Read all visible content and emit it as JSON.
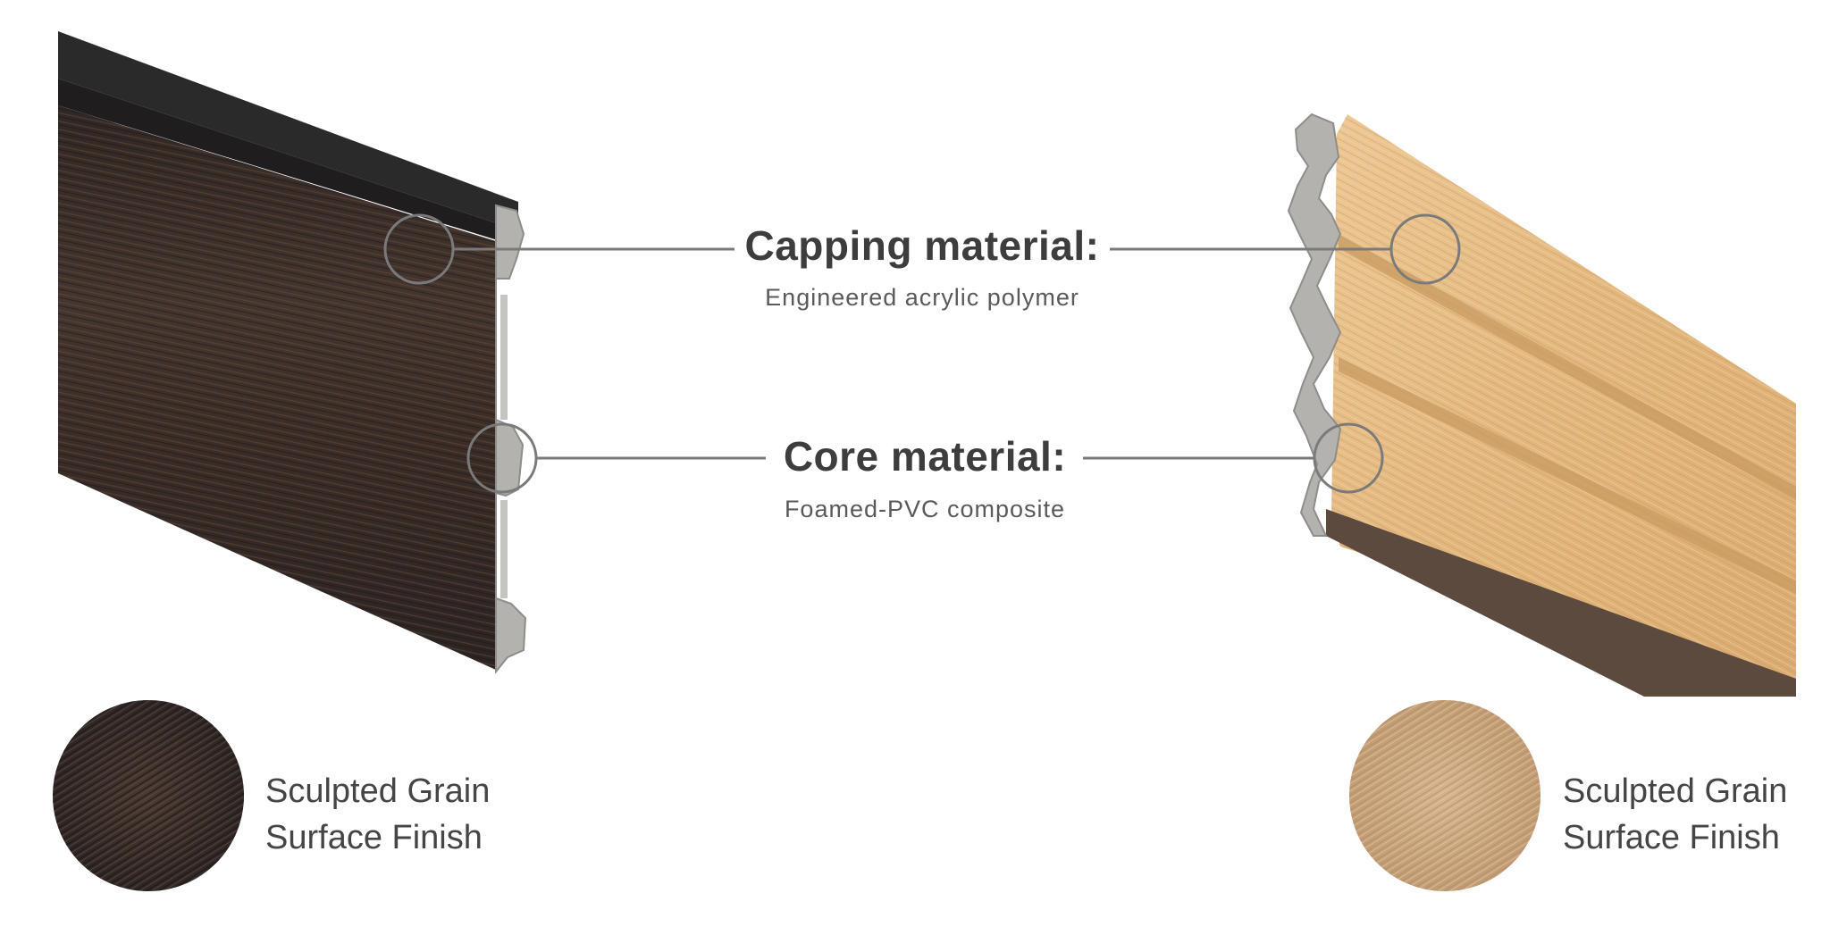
{
  "callouts": {
    "capping": {
      "title": "Capping material:",
      "subtitle": "Engineered acrylic polymer"
    },
    "core": {
      "title": "Core material:",
      "subtitle": "Foamed-PVC composite"
    }
  },
  "swatches": {
    "left": {
      "line1": "Sculpted Grain",
      "line2": "Surface Finish",
      "tone": "dark-brown"
    },
    "right": {
      "line1": "Sculpted Grain",
      "line2": "Surface Finish",
      "tone": "light-oak"
    }
  },
  "colors": {
    "dark_board": "#3b302b",
    "light_board": "#e3bb84",
    "core_grey": "#b4b2ae",
    "callout_line": "#7a7a7a",
    "heading_text": "#3d3d3d"
  }
}
